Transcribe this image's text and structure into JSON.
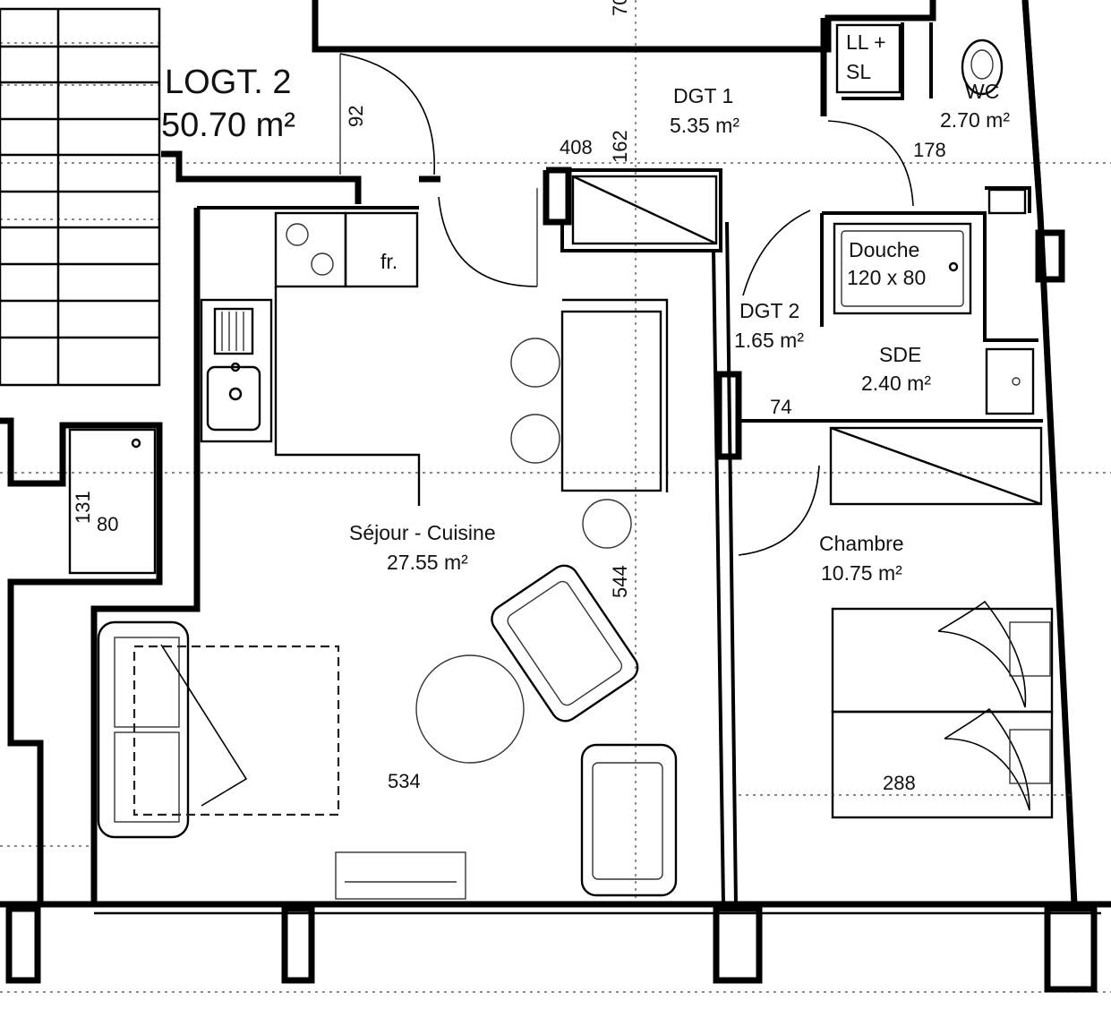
{
  "plan": {
    "unit_title": "LOGT. 2",
    "unit_area": "50.70 m²",
    "rooms": {
      "dgt1": {
        "name": "DGT 1",
        "area": "5.35 m²"
      },
      "wc": {
        "name": "WC",
        "area": "2.70 m²"
      },
      "llsl": {
        "line1": "LL +",
        "line2": "SL"
      },
      "douche": {
        "line1": "Douche",
        "line2": "120 x 80"
      },
      "dgt2": {
        "name": "DGT 2",
        "area": "1.65 m²"
      },
      "sde": {
        "name": "SDE",
        "area": "2.40 m²"
      },
      "sejour": {
        "name": "Séjour - Cuisine",
        "area": "27.55 m²"
      },
      "chambre": {
        "name": "Chambre",
        "area": "10.75 m²"
      },
      "fridge": "fr."
    },
    "dimensions": {
      "d92": "92",
      "d408": "408",
      "d162": "162",
      "d178": "178",
      "d74": "74",
      "d544": "544",
      "d534": "534",
      "d288": "288",
      "d131": "131",
      "d80": "80",
      "d70": "70"
    }
  }
}
